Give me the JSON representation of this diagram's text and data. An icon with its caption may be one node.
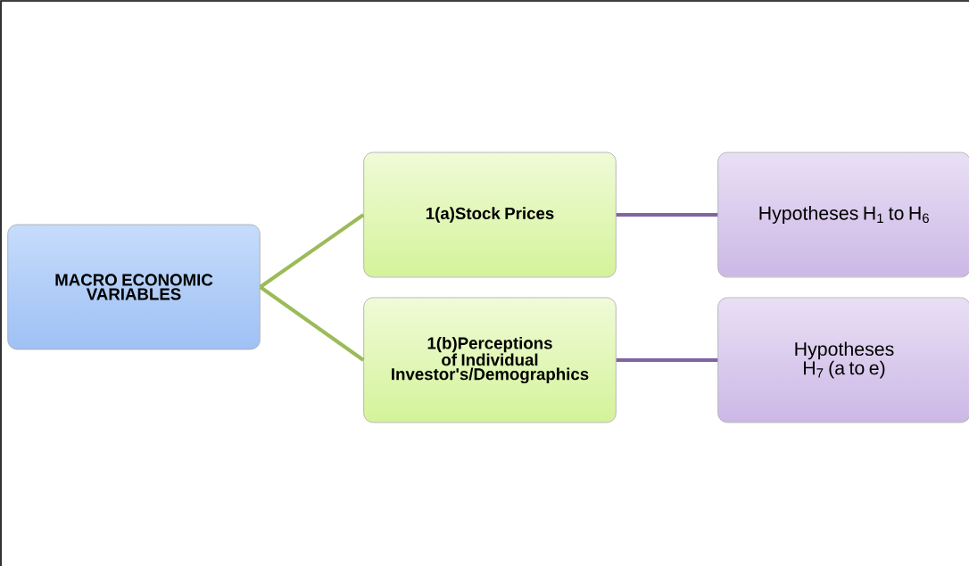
{
  "diagram": {
    "nodes": [
      {
        "text": [
          "MACRO ECONOMIC VARIABLES"
        ]
      },
      {
        "text": [
          "1(a)Stock Prices"
        ]
      },
      {
        "text": [
          "1(b)Perceptions of Individual Investor's/Demographics"
        ]
      },
      {
        "text": [
          "Hypotheses H$_{1}$ to H$_{6}$"
        ]
      },
      {
        "text": [
          "Hypotheses H$_{7}$ (a to e)"
        ]
      }
    ],
    "edges": [
      {
        "from": 0,
        "to": 1,
        "arrow": "none",
        "color": "#9bbb59"
      },
      {
        "from": 0,
        "to": 2,
        "arrow": "none",
        "color": "#9bbb59"
      },
      {
        "from": 1,
        "to": 3,
        "arrow": "none",
        "color": "#8064a2"
      },
      {
        "from": 2,
        "to": 4,
        "arrow": "none",
        "color": "#8064a2"
      }
    ]
  }
}
